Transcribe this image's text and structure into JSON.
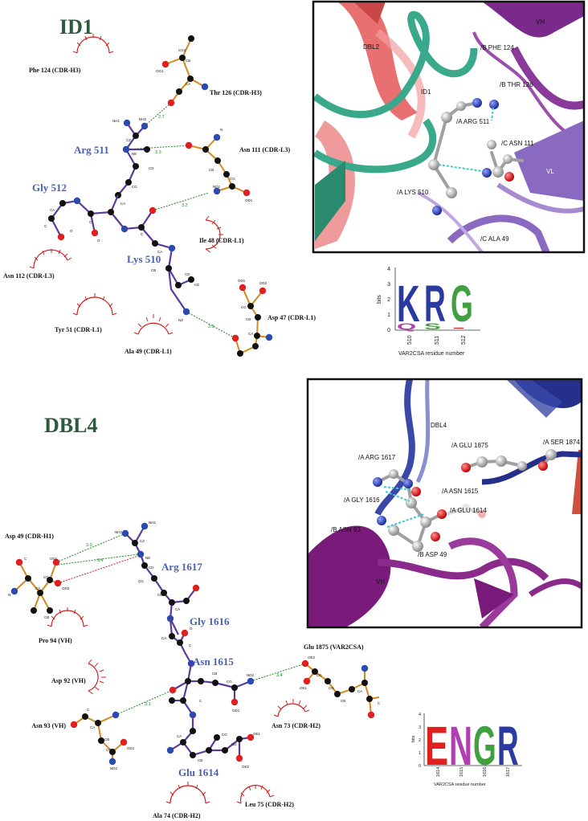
{
  "sections": {
    "top_title": "ID1",
    "bottom_title": "DBL4"
  },
  "id1_residues": {
    "arg": "Arg 511",
    "gly": "Gly 512",
    "lys": "Lys 510"
  },
  "id1_partners": {
    "thr126": "Thr 126 (CDR-H3)",
    "asn111": "Asn 111 (CDR-L3)",
    "asp47": "Asp 47 (CDR-L1)"
  },
  "id1_hydrophobic": {
    "phe124": "Phe 124 (CDR-H3)",
    "ile48": "Ile 48 (CDR-L1)",
    "asn112": "Asn 112 (CDR-L3)",
    "tyr51": "Tyr 51 (CDR-L1)",
    "ala49": "Ala 49 (CDR-L1)"
  },
  "id1_hbonds": [
    "2.7",
    "3.3",
    "3.2",
    "2.9"
  ],
  "id1_atoms": {
    "cg2": "CG2",
    "cb": "CB",
    "og1": "OG1",
    "ca": "CA",
    "c": "C",
    "o": "O",
    "nh1": "NH1",
    "nh2": "NH2",
    "cz": "CZ",
    "ne": "NE",
    "cd": "CD",
    "cg": "CG",
    "n": "N",
    "nd2": "ND2",
    "od1": "OD1",
    "ce": "CE",
    "nz": "NZ",
    "od2": "OD2"
  },
  "dbl4_residues": {
    "arg": "Arg 1617",
    "gly": "Gly 1616",
    "asn": "Asn 1615",
    "glu": "Glu 1614"
  },
  "dbl4_partners": {
    "asp49": "Asp 49 (CDR-H1)",
    "glu1875": "Glu 1875 (VAR2CSA)",
    "asn93": "Asn 93 (VH)"
  },
  "dbl4_hydrophobic": {
    "pro94": "Pro 94 (VH)",
    "asp92": "Asp 92 (VH)",
    "asn73": "Asn 73 (CDR-H2)",
    "ala74": "Ala 74 (CDR-H2)",
    "leu75": "Leu 75 (CDR-H2)"
  },
  "dbl4_hbonds": [
    "3.0",
    "3.4",
    "3.1",
    "3.4"
  ],
  "dbl4_atoms": {
    "nh2": "NH2",
    "nh1": "NH1",
    "ne": "NE",
    "od1": "OD1",
    "od2": "OD2",
    "oe1": "OE1",
    "oe2": "OE2",
    "c": "C",
    "o": "O",
    "ca": "CA",
    "cb": "CB",
    "cg": "CG",
    "cd": "CD",
    "cz": "CZ",
    "n": "N",
    "nd2": "ND2"
  },
  "structure_top": {
    "labels": {
      "dbl2": "DBL2",
      "vh": "VH",
      "id1": "ID1",
      "phe124": "/B PHE 124",
      "thr126": "/B THR 126",
      "arg511": "/A ARG 511",
      "asn111": "/C ASN 111",
      "vl": "VL",
      "lys510": "/A LYS 510",
      "ala49": "/C ALA 49"
    },
    "colors": {
      "dbl2": "#e86868",
      "id1": "#3aa88a",
      "vh": "#7a2a8a",
      "vl": "#8a6ac0"
    }
  },
  "structure_bottom": {
    "labels": {
      "dbl4": "DBL4",
      "arg1617": "/A ARG 1617",
      "glu1875": "/A GLU 1875",
      "ser1874": "/A SER 1874",
      "asn1615": "/A ASN 1615",
      "gly1616": "/A GLY 1616",
      "glu1614": "/A GLU 1614",
      "asn93": "/B ASN 93",
      "asp49": "/B ASP 49",
      "vh": "VH"
    },
    "colors": {
      "dbl4": "#24308a",
      "vh": "#7a1a7a"
    }
  },
  "logo_top": {
    "ylabel": "bits",
    "yticks": [
      "0",
      "1",
      "2",
      "3",
      "4"
    ],
    "positions": [
      "510",
      "511",
      "512"
    ],
    "xlabel": "VAR2CSA residue number",
    "letters": [
      {
        "main": "K",
        "main_color": "#2a3aa0",
        "minor": "Q",
        "minor_color": "#b040b0"
      },
      {
        "main": "R",
        "main_color": "#2a3aa0",
        "minor": "S",
        "minor_color": "#40a040"
      },
      {
        "main": "G",
        "main_color": "#40a040",
        "minor": "-",
        "minor_color": "#e02020"
      }
    ]
  },
  "logo_bottom": {
    "ylabel": "bits",
    "yticks": [
      "0",
      "1",
      "2",
      "3",
      "4"
    ],
    "positions": [
      "1614",
      "1615",
      "1616",
      "1617"
    ],
    "xlabel": "VAR2CSA residue number",
    "letters": [
      {
        "main": "E",
        "main_color": "#e02020"
      },
      {
        "main": "N",
        "main_color": "#b040b0"
      },
      {
        "main": "G",
        "main_color": "#40a040"
      },
      {
        "main": "R",
        "main_color": "#2a3aa0"
      }
    ]
  }
}
